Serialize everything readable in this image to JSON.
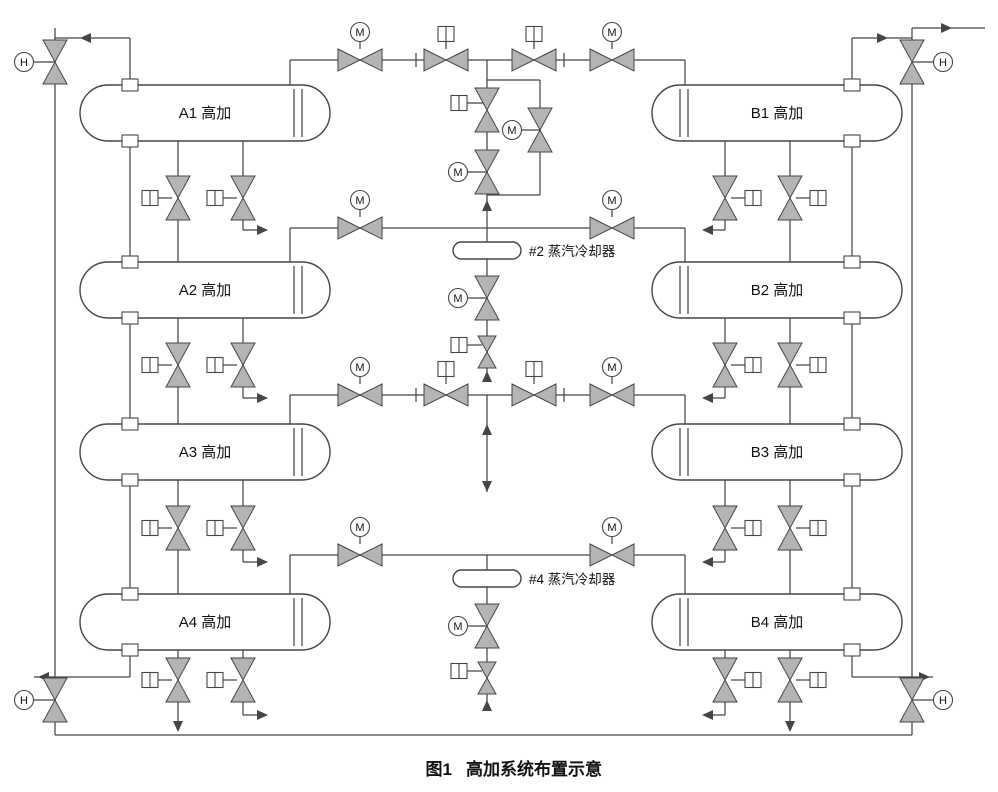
{
  "figure": {
    "label": "图1",
    "title": "高加系统布置示意"
  },
  "symbols": {
    "motor": "M",
    "hydraulic": "H"
  },
  "vessels": [
    {
      "id": "A1",
      "label": "A1 高加"
    },
    {
      "id": "A2",
      "label": "A2 高加"
    },
    {
      "id": "A3",
      "label": "A3 高加"
    },
    {
      "id": "A4",
      "label": "A4 高加"
    },
    {
      "id": "B1",
      "label": "B1 高加"
    },
    {
      "id": "B2",
      "label": "B2 高加"
    },
    {
      "id": "B3",
      "label": "B3 高加"
    },
    {
      "id": "B4",
      "label": "B4 高加"
    }
  ],
  "coolers": [
    {
      "id": "2",
      "label": "#2 蒸汽冷却器"
    },
    {
      "id": "4",
      "label": "#4 蒸汽冷却器"
    }
  ],
  "colors": {
    "line": "#454545",
    "valve": "#b4b4b4",
    "ink": "#111111",
    "bg": "#ffffff"
  }
}
